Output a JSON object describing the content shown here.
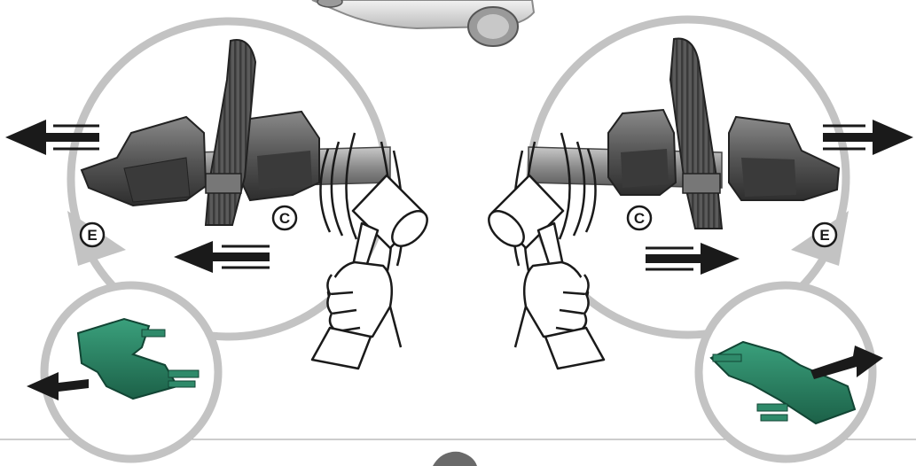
{
  "labels": {
    "left_c": "C",
    "left_e": "E",
    "right_c": "C",
    "right_e": "E"
  },
  "colors": {
    "circle_outline": "#c3c3c3",
    "rubber_dark": "#4a4a4a",
    "rubber_mid": "#6f6f6f",
    "rail": "#9a9a9a",
    "clip_green": "#2f8a6a",
    "clip_green_dark": "#1f6a50",
    "arrow": "#1a1a1a",
    "caster": "#bdbdbd"
  },
  "icons": {
    "left_hammer": "hammer-icon",
    "right_hammer": "hammer-icon",
    "caster": "caster-wheel-icon"
  }
}
